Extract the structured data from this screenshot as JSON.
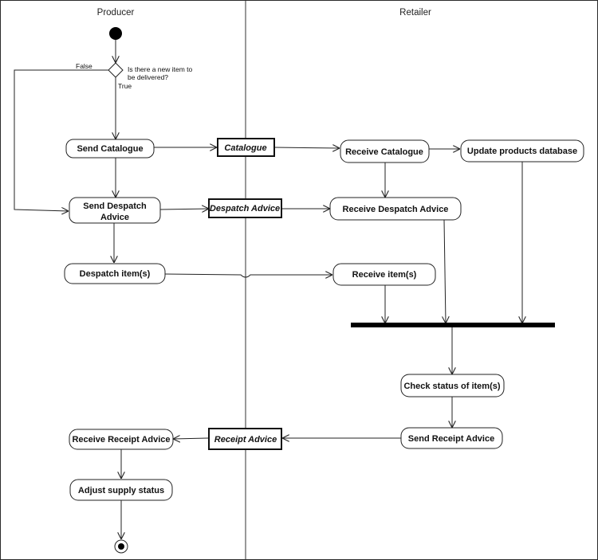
{
  "lanes": {
    "producer": "Producer",
    "retailer": "Retailer"
  },
  "decision": {
    "question_line1": "Is there a new item to",
    "question_line2": "be delivered?",
    "false_label": "False",
    "true_label": "True"
  },
  "activities": {
    "send_catalogue": "Send Catalogue",
    "send_despatch_line1": "Send Despatch",
    "send_despatch_line2": "Advice",
    "despatch_items": "Despatch item(s)",
    "receive_receipt": "Receive Receipt Advice",
    "adjust_supply": "Adjust supply status",
    "receive_catalogue": "Receive Catalogue",
    "update_products": "Update products database",
    "receive_despatch": "Receive Despatch Advice",
    "receive_items": "Receive item(s)",
    "check_status": "Check status of item(s)",
    "send_receipt": "Send Receipt Advice"
  },
  "objects": {
    "catalogue": "Catalogue",
    "despatch_advice": "Despatch Advice",
    "receipt_advice": "Receipt Advice"
  }
}
